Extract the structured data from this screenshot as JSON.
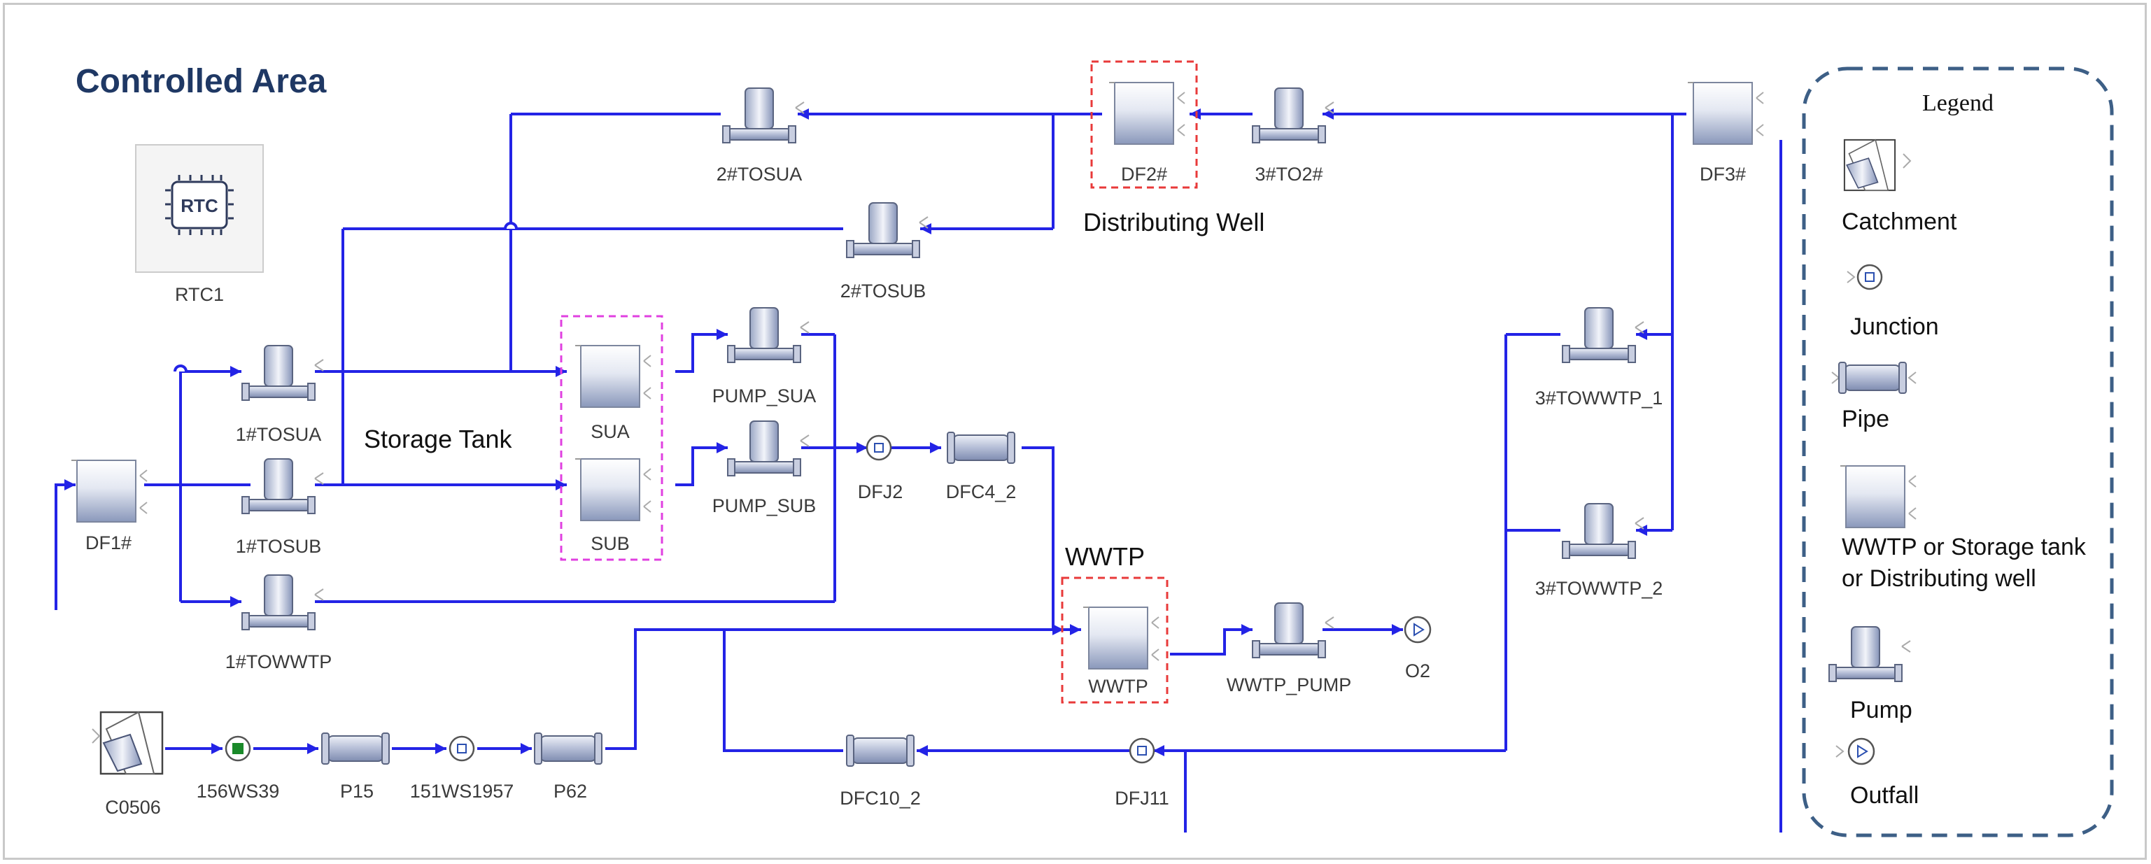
{
  "title": "Controlled Area",
  "colors": {
    "pipe": "#2323e6",
    "redbox": "#e83a3a",
    "magentabox": "#e040e0",
    "legend_border": "#3d5f86",
    "title": "#1f3864"
  },
  "rtc": {
    "chip": "RTC",
    "label": "RTC1"
  },
  "regions": {
    "storage_tank": "Storage Tank",
    "distributing_well": "Distributing Well",
    "wwtp": "WWTP"
  },
  "nodes": {
    "DF1": "DF1#",
    "TOSUA1": "1#TOSUA",
    "TOSUB1": "1#TOSUB",
    "TOWWTP1": "1#TOWWTP",
    "SUA": "SUA",
    "SUB": "SUB",
    "PUMP_SUA": "PUMP_SUA",
    "PUMP_SUB": "PUMP_SUB",
    "DFJ2": "DFJ2",
    "DFC4_2": "DFC4_2",
    "TOSUA2": "2#TOSUA",
    "TOSUB2": "2#TOSUB",
    "DF2": "DF2#",
    "TO2_3": "3#TO2#",
    "DF3": "DF3#",
    "TOWWTP1_3": "3#TOWWTP_1",
    "TOWWTP2_3": "3#TOWWTP_2",
    "WWTP": "WWTP",
    "WWTP_PUMP": "WWTP_PUMP",
    "O2": "O2",
    "C0506": "C0506",
    "WS39": "156WS39",
    "P15": "P15",
    "WS1957": "151WS1957",
    "P62": "P62",
    "DFC10_2": "DFC10_2",
    "DFJ11": "DFJ11"
  },
  "legend": {
    "title": "Legend",
    "items": {
      "catchment": "Catchment",
      "junction": "Junction",
      "pipe": "Pipe",
      "tank_line1": "WWTP or Storage tank",
      "tank_line2": "or Distributing well",
      "pump": "Pump",
      "outfall": "Outfall"
    }
  }
}
